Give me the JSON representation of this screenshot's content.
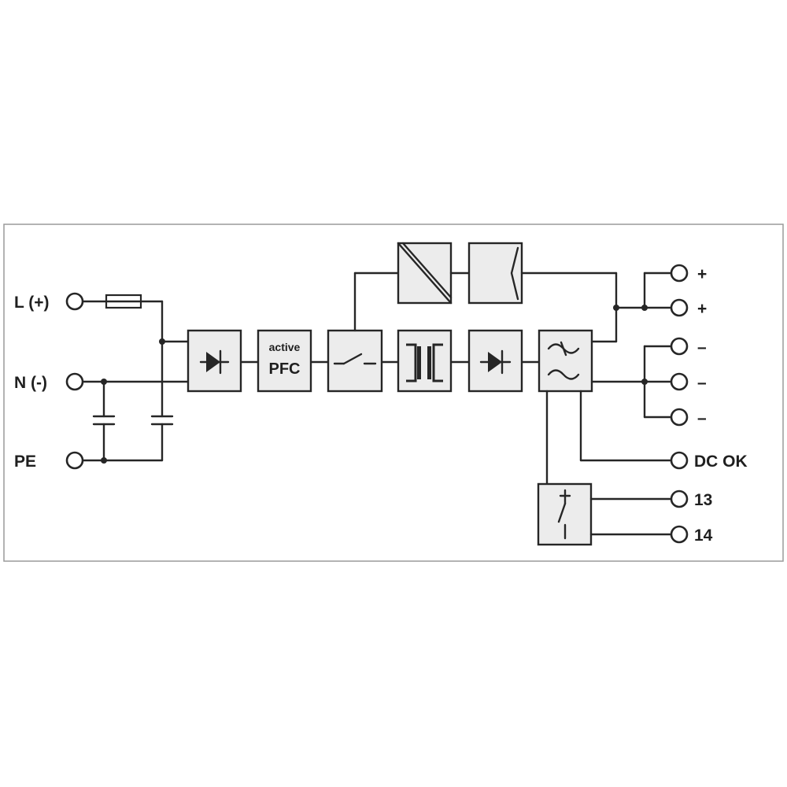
{
  "terminals": {
    "input": {
      "l": "L (+)",
      "n": "N (-)",
      "pe": "PE"
    },
    "output": {
      "plus": [
        "+",
        "+"
      ],
      "minus": [
        "–",
        "–",
        "–"
      ],
      "dc_ok": "DC OK",
      "relay_13": "13",
      "relay_14": "14"
    }
  },
  "blocks": {
    "pfc_top": "active",
    "pfc_main": "PFC"
  },
  "icons": [
    "fuse-icon",
    "capacitor-icon",
    "bridge-rectifier-icon",
    "switch-icon",
    "transformer-icon",
    "diode-icon",
    "filter-icon",
    "dc-dc-converter-icon",
    "control-icon",
    "relay-contact-icon"
  ],
  "colors": {
    "line": "#262626",
    "block_fill": "#ececec",
    "frame": "#9a9a9a"
  }
}
